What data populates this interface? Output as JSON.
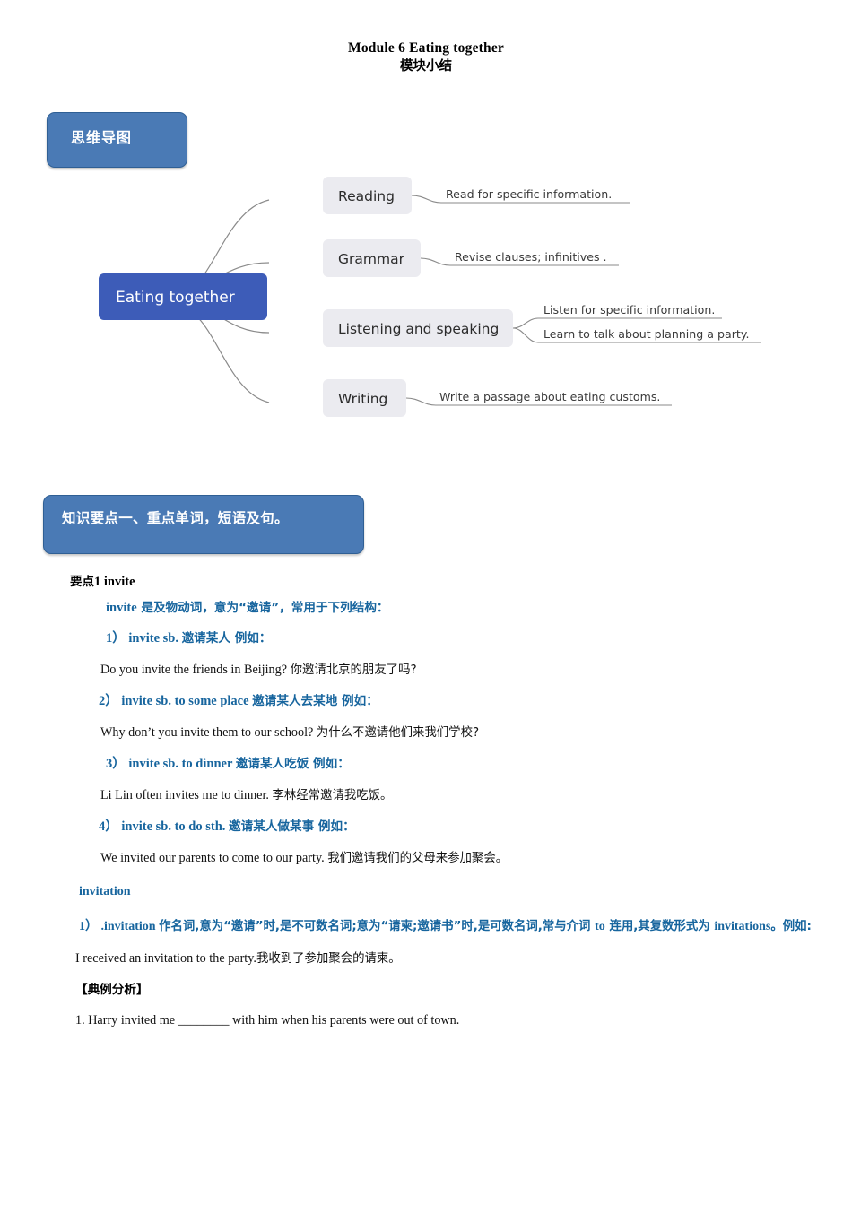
{
  "title": {
    "english": "Module 6 Eating together",
    "chinese": "模块小结"
  },
  "sections": {
    "mindmap_header": "思维导图",
    "points_header": "知识要点一、重点单词，短语及句。"
  },
  "mindmap": {
    "center": "Eating together",
    "branches": [
      {
        "label": "Reading",
        "leaves": [
          "Read  for specific information."
        ]
      },
      {
        "label": "Grammar",
        "leaves": [
          "Revise clauses;  infinitives ."
        ]
      },
      {
        "label": "Listening and speaking",
        "leaves": [
          "Listen for specific information.",
          "Learn to talk about planning a party."
        ]
      },
      {
        "label": "Writing",
        "leaves": [
          "Write a passage about eating customs."
        ]
      }
    ]
  },
  "content": {
    "key_point_label": "要点",
    "key_point_number": "1",
    "key_point_word": "invite",
    "intro": "invite 是及物动词，意为“邀请”，常用于下列结构：",
    "intro_en": "invite",
    "intro_cn": " 是及物动词，意为“邀请”，常用于下列结构：",
    "items": [
      {
        "num": "1）",
        "en": " invite sb. ",
        "cn": "邀请某人",
        "eg": "  例如：",
        "example_en": "Do you invite the friends in Beijing? ",
        "example_cn": "你邀请北京的朋友了吗?"
      },
      {
        "num": "2）",
        "en": " invite sb. to some place ",
        "cn": "邀请某人去某地",
        "eg": " 例如：",
        "example_en": "Why don’t you invite them to our school? ",
        "example_cn": "为什么不邀请他们来我们学校?"
      },
      {
        "num": "3）",
        "en": " invite sb. to dinner ",
        "cn": "邀请某人吃饭",
        "eg": "  例如：",
        "example_en": "Li Lin often invites me to dinner. ",
        "example_cn": "李林经常邀请我吃饭。"
      },
      {
        "num": "4）",
        "en": " invite sb. to do sth. ",
        "cn": "邀请某人做某事",
        "eg": "   例如：",
        "example_en": "We invited our parents to come to our party. ",
        "example_cn": "我们邀请我们的父母来参加聚会。"
      }
    ],
    "invitation_word": "invitation",
    "invitation_rule_num": "1）",
    "invitation_rule_en1": " .invitation ",
    "invitation_rule_cn1": "作名词,意为“邀请”时,是不可数名词;意为“请柬;邀请书”时,是可数名词,常与介词 ",
    "invitation_rule_en2": "to",
    "invitation_rule_cn2": " 连用,其复数形式为 ",
    "invitation_rule_en3": "invitations",
    "invitation_rule_cn3": "。例如:",
    "invitation_example_en": "I received an invitation to the party.",
    "invitation_example_cn": "我收到了参加聚会的请柬。",
    "analysis_header": "【典例分析】",
    "quiz_pre": "1. Harry invited me ",
    "quiz_blank": "________",
    "quiz_post": " with him when his parents were out of town."
  },
  "colors": {
    "header_blue": "#4a7ab5",
    "header_border": "#2f5f94",
    "mindmap_center": "#3d5cb8",
    "mindmap_branch_bg": "#ebebf0",
    "text_blue": "#17659e",
    "connector": "#8a8a8a"
  }
}
